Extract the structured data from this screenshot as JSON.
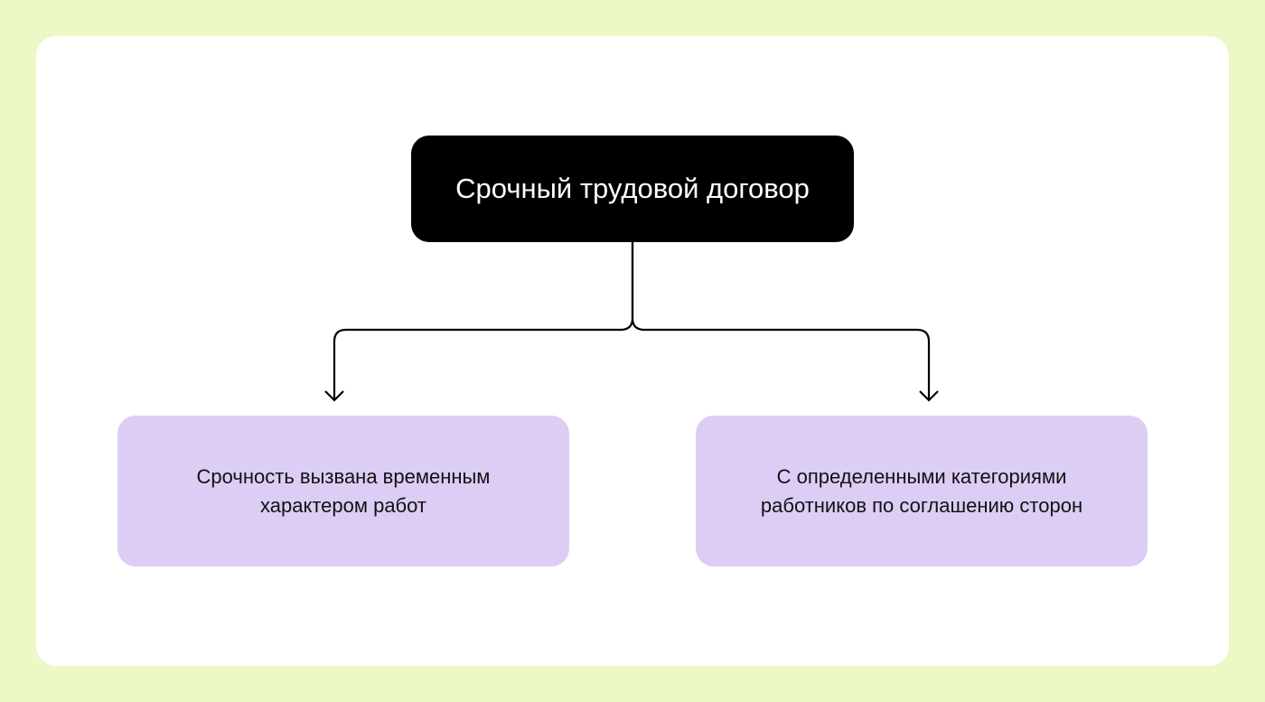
{
  "diagram": {
    "root": {
      "label": "Срочный трудовой договор"
    },
    "children": [
      {
        "label": "Срочность вызвана временным характером работ"
      },
      {
        "label": "С определенными категориями работников по соглашению сторон"
      }
    ]
  },
  "colors": {
    "background": "#ecf8c5",
    "card": "#ffffff",
    "root_box": "#000000",
    "child_box": "#dccdf5"
  }
}
